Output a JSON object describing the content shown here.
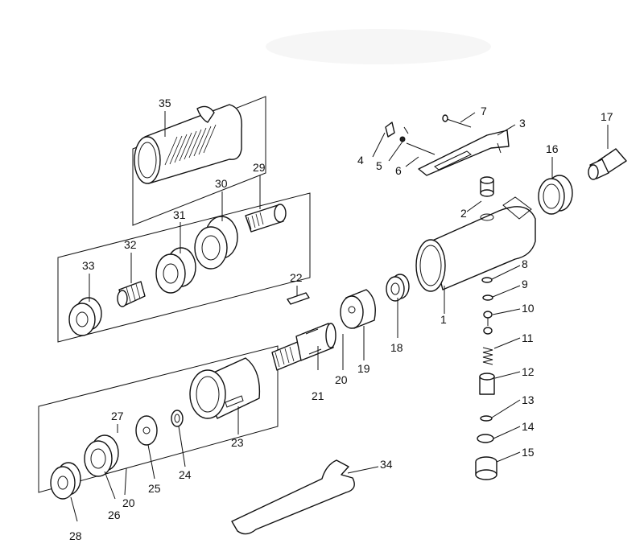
{
  "diagram": {
    "type": "exploded-parts-drawing",
    "callouts": {
      "p1": "1",
      "p2": "2",
      "p3": "3",
      "p4": "4",
      "p5": "5",
      "p6": "6",
      "p7": "7",
      "p8": "8",
      "p9": "9",
      "p10": "10",
      "p11": "11",
      "p12": "12",
      "p13": "13",
      "p14": "14",
      "p15": "15",
      "p16": "16",
      "p17": "17",
      "p18": "18",
      "p19": "19",
      "p20a": "20",
      "p20b": "20",
      "p21": "21",
      "p22": "22",
      "p23": "23",
      "p24": "24",
      "p25": "25",
      "p26": "26",
      "p27": "27",
      "p28": "28",
      "p29": "29",
      "p30": "30",
      "p31": "31",
      "p32": "32",
      "p33": "33",
      "p34": "34",
      "p35": "35"
    },
    "colors": {
      "line": "#111111",
      "background": "#ffffff"
    }
  }
}
